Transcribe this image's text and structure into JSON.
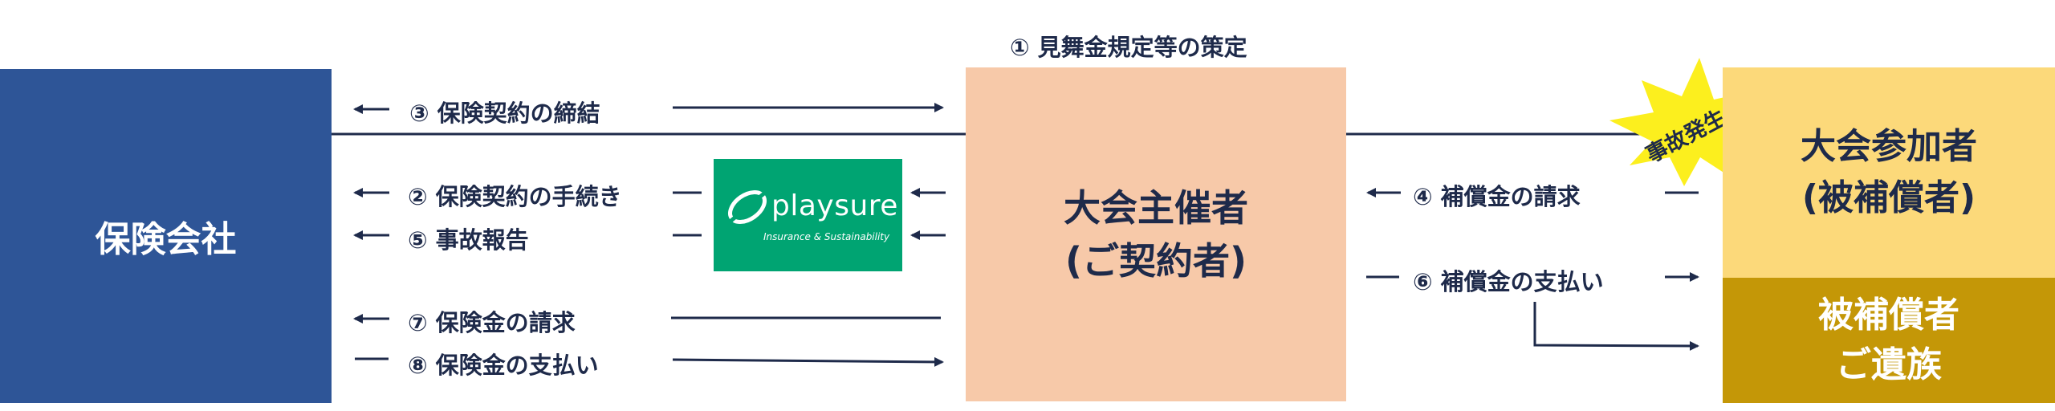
{
  "entities": {
    "insurer": "保険会社",
    "organizer_line1": "大会主催者",
    "organizer_line2": "(ご契約者)",
    "participant_line1": "大会参加者",
    "participant_line2": "(被補償者)",
    "family_line1": "被補償者",
    "family_line2": "ご遺族"
  },
  "steps": {
    "s1": "① 見舞金規定等の策定",
    "s2": "② 保険契約の手続き",
    "s3": "③ 保険契約の締結",
    "s4": "④ 補償金の請求",
    "s5": "⑤ 事故報告",
    "s6": "⑥ 補償金の支払い",
    "s7": "⑦ 保険金の請求",
    "s8": "⑧ 保険金の支払い"
  },
  "logo": {
    "brand": "playsure",
    "tagline": "Insurance & Sustainability"
  },
  "accident_badge": "事故発生",
  "colors": {
    "insurer": "#2e5597",
    "organizer": "#f7c9a9",
    "participant": "#fcd97a",
    "family": "#c49707",
    "logo": "#00a472",
    "burst": "#fcef1e",
    "line": "#1e2a4a"
  }
}
